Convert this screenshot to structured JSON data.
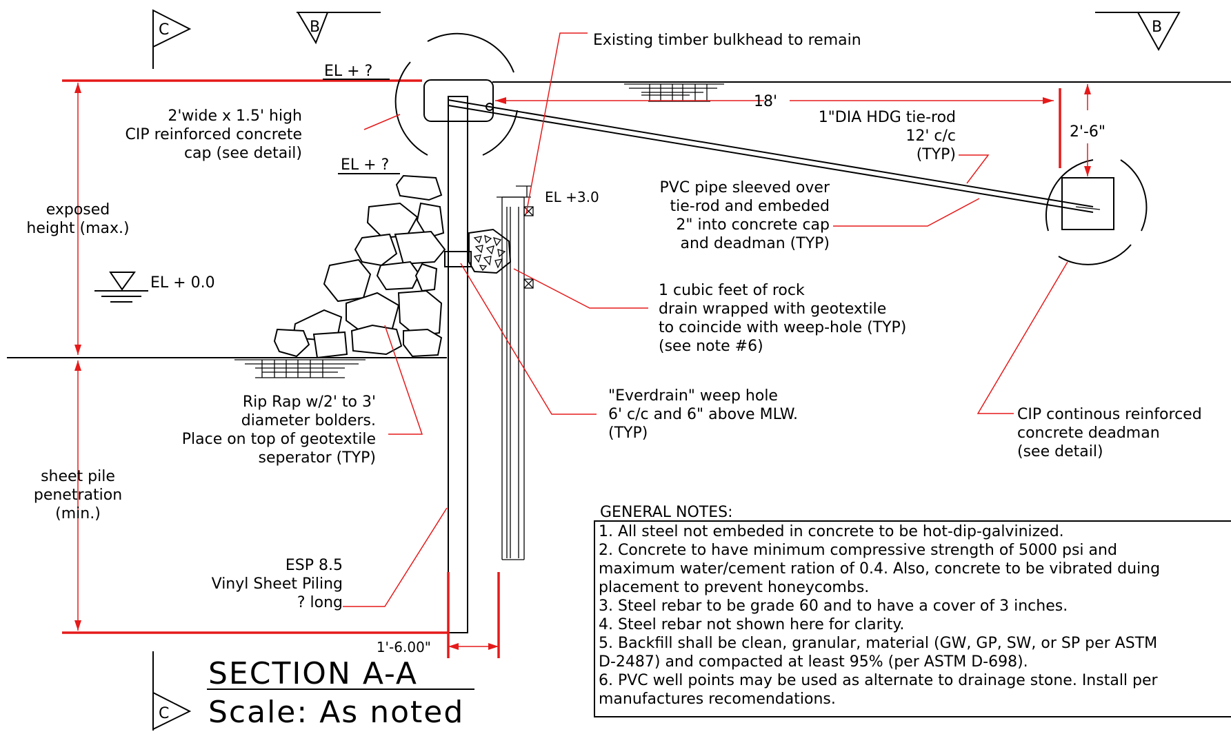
{
  "drawing": {
    "section_title": "SECTION A-A",
    "scale_text": "Scale: As noted",
    "section_markers": {
      "c_top": "C",
      "c_bottom": "C",
      "b_left": "B",
      "b_right": "B"
    }
  },
  "elevations": {
    "top": "EL + ?",
    "riprap_top": "EL + ?",
    "water": "EL + 0.0",
    "weep": "EL +3.0"
  },
  "dimensions": {
    "tie_rod_length": "18'",
    "deadman_depth": "2'-6\"",
    "pile_offset": "1'-6.00\""
  },
  "labels": {
    "bulkhead": "Existing timber bulkhead to remain",
    "cap": [
      "2'wide x 1.5' high",
      "CIP reinforced concrete",
      "cap (see detail)"
    ],
    "tie_rod": [
      "1\"DIA HDG tie-rod",
      "12' c/c",
      "(TYP)"
    ],
    "pvc_pipe": [
      "PVC pipe sleeved over",
      "tie-rod and embeded",
      "2\" into concrete cap",
      "and deadman (TYP)"
    ],
    "rock_drain": [
      "1 cubic feet of rock",
      "drain wrapped with geotextile",
      "to coincide with weep-hole (TYP)",
      "(see note #6)"
    ],
    "exposed_height": [
      "exposed",
      "height (max.)"
    ],
    "weep_hole": [
      "\"Everdrain\" weep hole",
      "6' c/c and 6\" above MLW.",
      "(TYP)"
    ],
    "riprap": [
      "Rip Rap w/2' to 3'",
      "diameter bolders.",
      "Place on top of geotextile",
      "seperator (TYP)"
    ],
    "deadman": [
      "CIP continous reinforced",
      "concrete deadman",
      "(see detail)"
    ],
    "penetration": [
      "sheet pile",
      "penetration",
      "(min.)"
    ],
    "sheet_piling": [
      "ESP 8.5",
      "Vinyl Sheet Piling",
      "? long"
    ]
  },
  "notes": {
    "heading": "GENERAL NOTES:",
    "lines": [
      "1. All steel not embeded in concrete to be hot-dip-galvinized.",
      "2. Concrete to have minimum compressive strength of 5000 psi and",
      "maximum water/cement ration of 0.4.  Also, concrete to be vibrated duing",
      "placement to prevent honeycombs.",
      "3. Steel rebar to be grade 60 and to have a cover of 3 inches.",
      "4. Steel rebar not shown here for clarity.",
      "5. Backfill shall be clean, granular, material (GW, GP, SW, or SP per ASTM",
      "D-2487) and compacted at least 95% (per ASTM D-698).",
      "6. PVC well points may be used as alternate to drainage stone.  Install per",
      "manufactures recomendations."
    ]
  },
  "colors": {
    "line": "#000000",
    "leader": "#e51a1a",
    "background": "#ffffff"
  }
}
